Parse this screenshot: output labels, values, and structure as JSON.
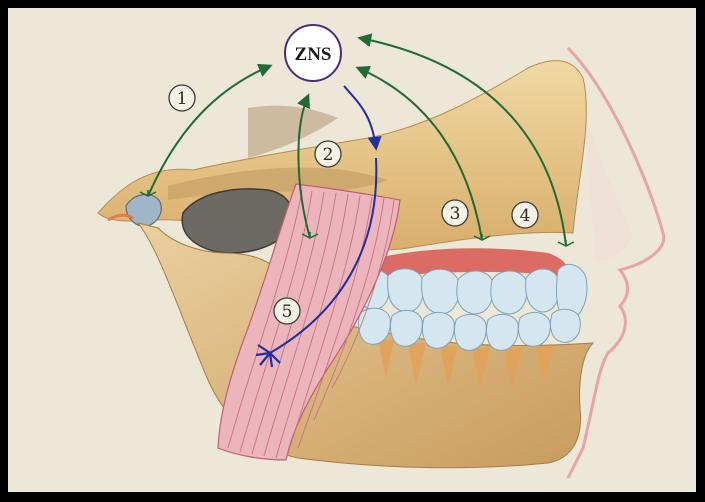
{
  "diagram": {
    "center_label": "ZNS",
    "pathway_numbers": [
      "1",
      "2",
      "3",
      "4",
      "5"
    ]
  },
  "colors": {
    "afferent_arrows": "#1f6b33",
    "efferent_arrow": "#1f2fa0",
    "background": "#ece7d6",
    "bone": "#e7c88a",
    "muscle": "#e59aa6",
    "teeth": "#cfe3ef",
    "border": "#000000"
  }
}
